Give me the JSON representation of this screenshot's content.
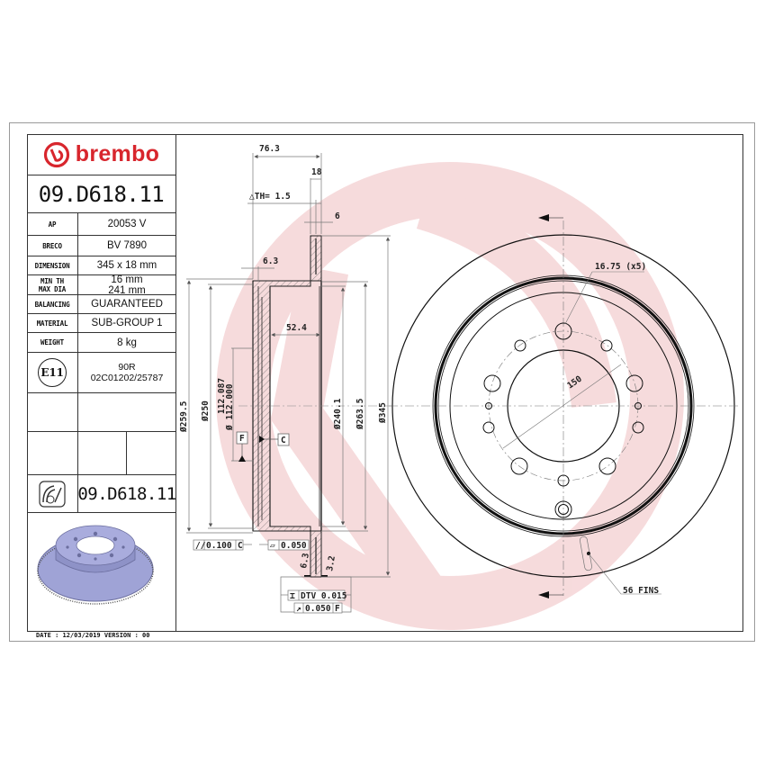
{
  "brand": {
    "name": "brembo",
    "color": "#d8262d",
    "watermark_color": "#f4cfd1"
  },
  "part_number": "09.D618.11",
  "specs": [
    {
      "label": "AP",
      "value": "20053 V"
    },
    {
      "label": "BRECO",
      "value": "BV 7890"
    },
    {
      "label": "DIMENSION",
      "value": "345 x 18 mm"
    },
    {
      "label": "MIN TH\nMAX DIA",
      "value": "16 mm\n241 mm"
    },
    {
      "label": "BALANCING",
      "value": "GUARANTEED"
    },
    {
      "label": "MATERIAL",
      "value": "SUB-GROUP 1"
    },
    {
      "label": "WEIGHT",
      "value": "8 kg"
    },
    {
      "label": "E11",
      "value": "90R\n02C01202/25787"
    }
  ],
  "approval_mark": "E11",
  "footer": {
    "date_line": "DATE : 12/03/2019 VERSION : 00"
  },
  "section_view": {
    "dims": {
      "overall_height": "76.3",
      "disc_thickness": "18",
      "delta_th": "△TH= 1.5",
      "cheek": "6",
      "hat_wall": "6.3",
      "inner_depth": "52.4",
      "d259_5": "Ø259.5",
      "d250": "Ø250",
      "d112_upper": "112.087",
      "d112_lower": "Ø 112.000",
      "d240_1": "Ø240.1",
      "d263_5": "Ø263.5",
      "d345": "Ø345"
    },
    "datums": [
      "F",
      "C"
    ],
    "tolerances": {
      "parallelism": {
        "symbol": "//",
        "value": "0.100",
        "datum": "C"
      },
      "flatness": {
        "symbol": "▱",
        "value": "0.050"
      },
      "dtv": {
        "symbol": "⌶",
        "value": "DTV 0.015"
      },
      "runout": {
        "symbol": "↗",
        "value": "0.050",
        "datum": "F"
      }
    },
    "roughness": [
      "6.3",
      "3.2"
    ]
  },
  "front_view": {
    "hole_callout": "16.75 (x5)",
    "pcd": "150",
    "fins": "56 FINS"
  }
}
